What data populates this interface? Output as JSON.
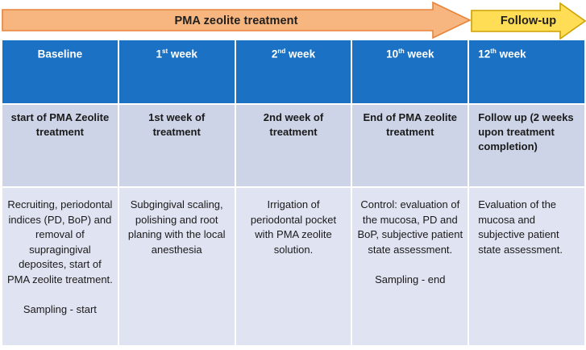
{
  "arrows": {
    "treatment": {
      "label": "PMA zeolite treatment",
      "fill": "#F7B67F",
      "stroke": "#E8833A"
    },
    "followup": {
      "label": "Follow-up",
      "fill": "#FFDD55",
      "stroke": "#CFA000"
    }
  },
  "table": {
    "header": [
      {
        "pre": "Baseline",
        "sup": "",
        "post": ""
      },
      {
        "pre": "1",
        "sup": "st",
        "post": " week"
      },
      {
        "pre": "2",
        "sup": "nd",
        "post": " week"
      },
      {
        "pre": "10",
        "sup": "th",
        "post": " week"
      },
      {
        "pre": "12",
        "sup": "th",
        "post": " week"
      }
    ],
    "milestones": [
      "start of PMA Zeolite treatment",
      "1st week of treatment",
      "2nd week of treatment",
      "End of PMA zeolite treatment",
      "Follow up (2 weeks upon treatment completion)"
    ],
    "details": [
      {
        "text": "Recruiting, periodontal indices (PD, BoP) and removal of supragingival deposites, start of PMA zeolite treatment.",
        "note": "Sampling - start"
      },
      {
        "text": "Subgingival scaling, polishing and root planing with the local anesthesia",
        "note": ""
      },
      {
        "text": "Irrigation of periodontal pocket with PMA zeolite solution.",
        "note": ""
      },
      {
        "text": "Control: evaluation of the mucosa, PD and BoP, subjective patient state assessment.",
        "note": "Sampling - end"
      },
      {
        "text": "Evaluation of the mucosa and subjective patient state assessment.",
        "note": ""
      }
    ],
    "colors": {
      "header_bg": "#1B72C4",
      "header_text": "#FFFFFF",
      "milestone_row_bg": "#CDD4E8",
      "detail_row_bg": "#E0E3F1",
      "body_text": "#1A1A1A"
    }
  }
}
